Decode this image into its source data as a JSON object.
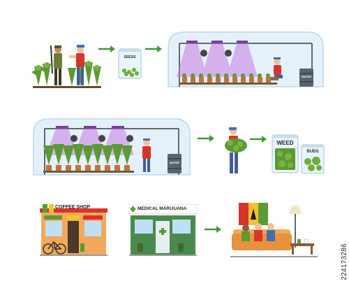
{
  "labels": {
    "seeds_bag": "SEEDS",
    "water_barrel_1": "WATER",
    "water_barrel_2": "WATER",
    "weed_bag": "WEED",
    "buds_bag": "BUDS",
    "coffee_shop_sign": "COFFEE SHOP",
    "pharmacy_sign": "MEDICAL MARIJUANA"
  },
  "stock": {
    "id": "224173286"
  },
  "colors": {
    "arrow": "#3f9a35",
    "greenhouse_glass": "#e4f1fb",
    "grow_light": "#c77ce0",
    "plant": "#5c9a32",
    "shop_awning_red": "#d9332b",
    "pharmacy_green": "#4b8a4e"
  }
}
